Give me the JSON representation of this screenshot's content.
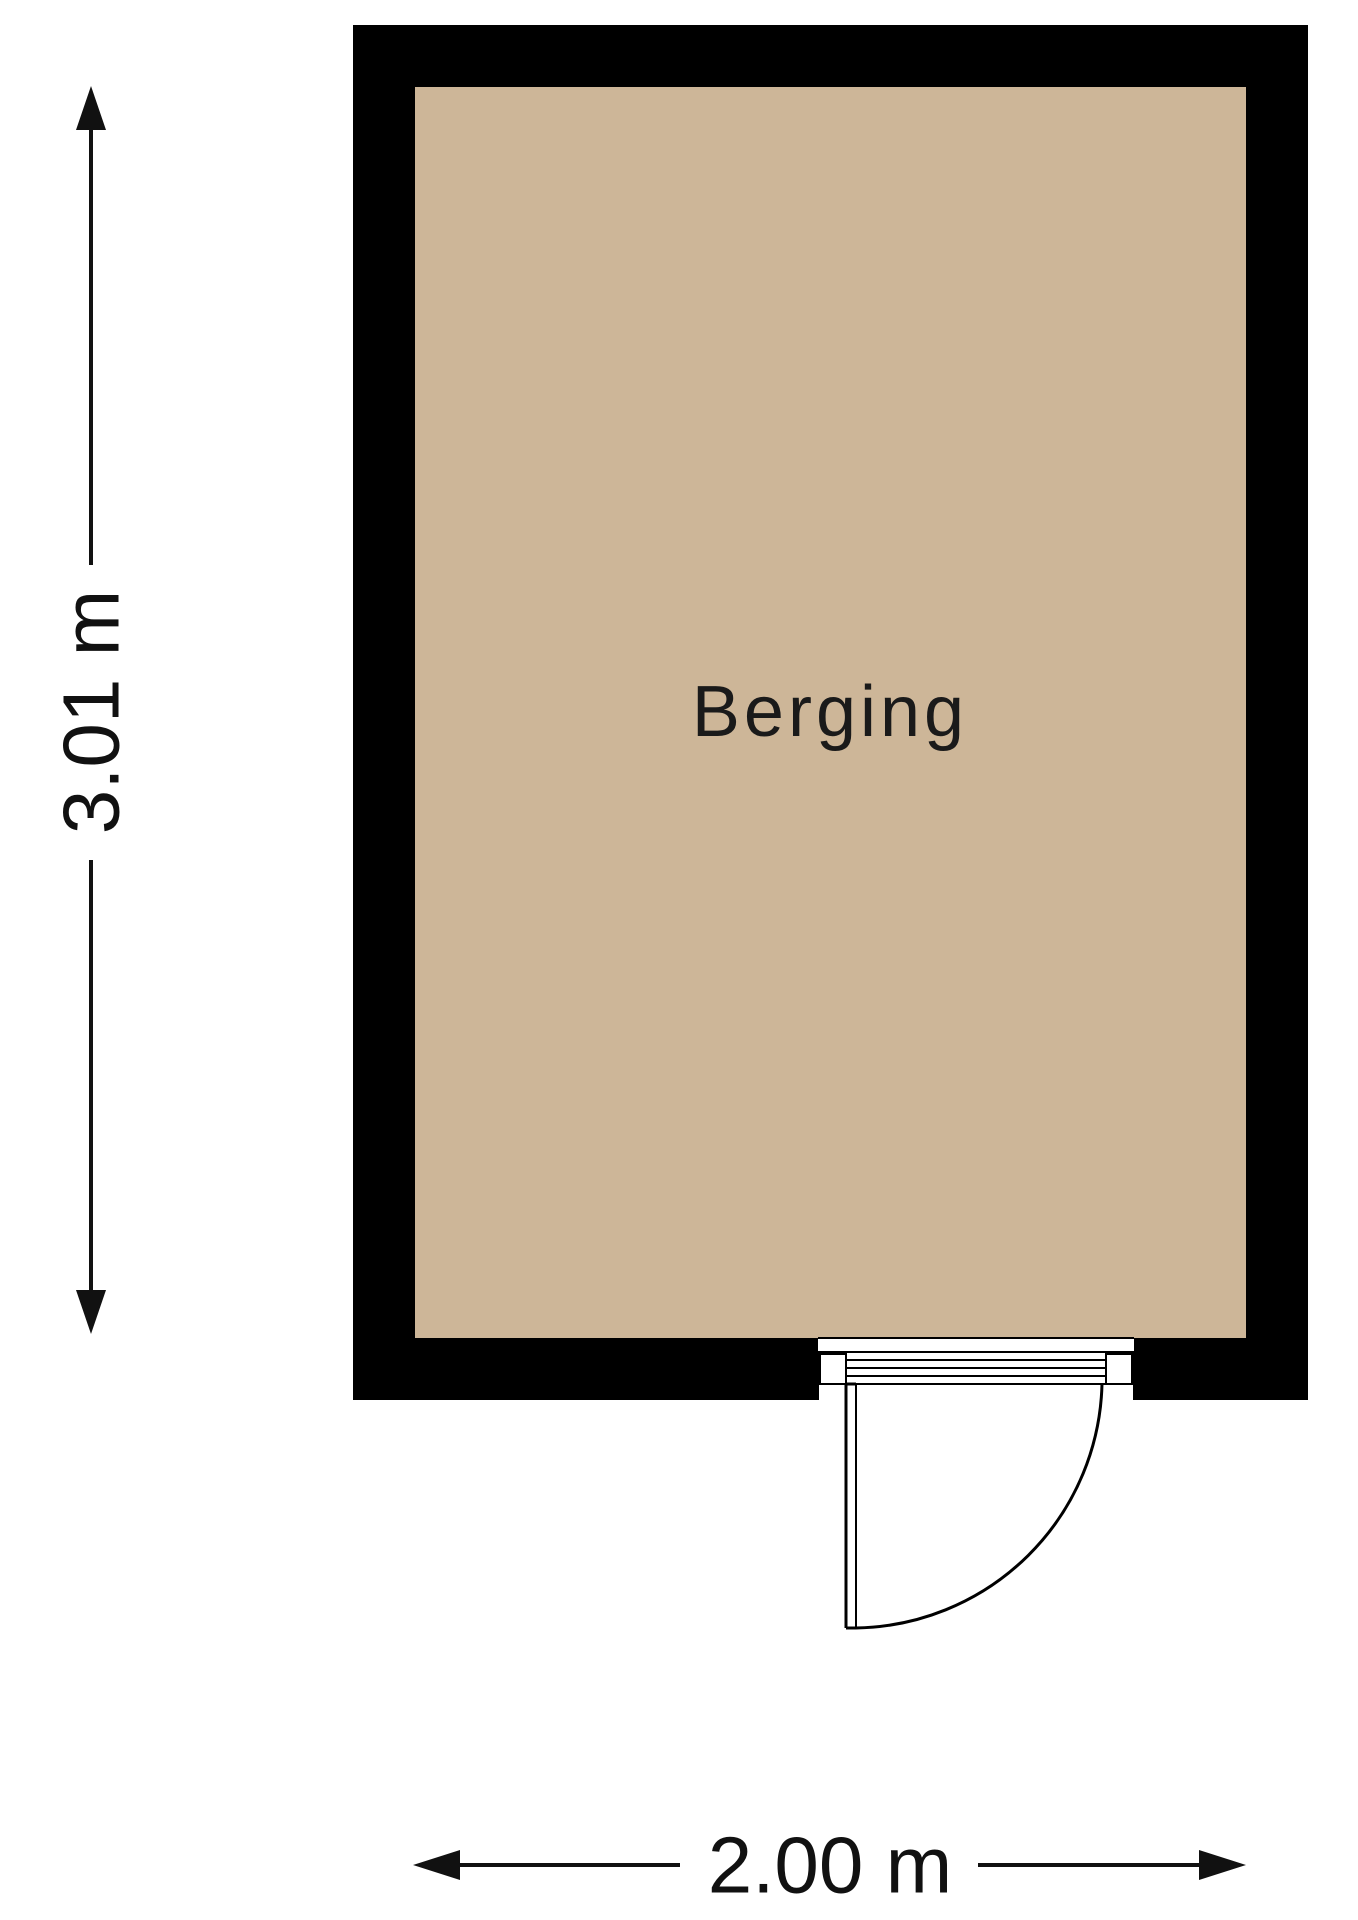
{
  "plan": {
    "room_label": "Berging",
    "height_dimension": "3.01 m",
    "width_dimension": "2.00 m"
  },
  "colors": {
    "wall": "#000000",
    "floor": "#cdb698",
    "line": "#111111",
    "background": "#ffffff"
  }
}
